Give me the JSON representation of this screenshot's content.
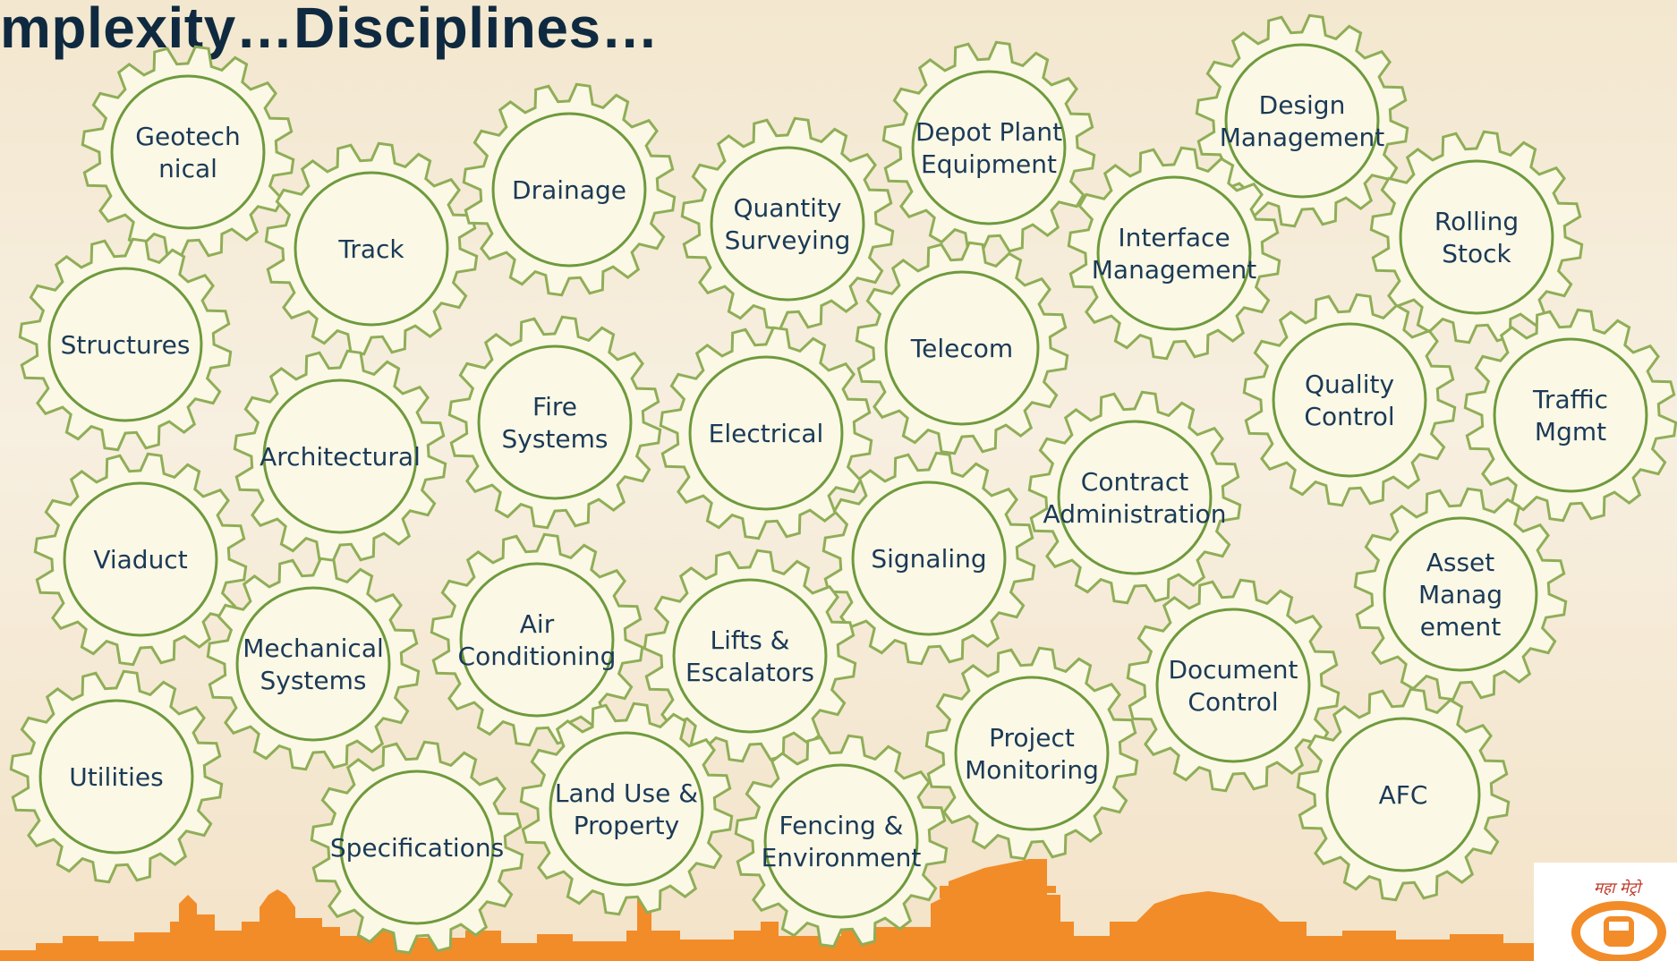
{
  "title": "mplexity…Disciplines…",
  "colors": {
    "gear_fill": "#fbf8e6",
    "gear_stroke": "#8fae57",
    "inner_stroke": "#6e9a3c",
    "text": "#1b3a57",
    "title": "#0f2a40",
    "skyline": "#f28c28"
  },
  "gears": [
    {
      "lines": [
        "Geotech",
        "nical"
      ]
    },
    {
      "lines": [
        "Track"
      ]
    },
    {
      "lines": [
        "Drainage"
      ]
    },
    {
      "lines": [
        "Quantity",
        "Surveying"
      ]
    },
    {
      "lines": [
        "Depot Plant",
        "Equipment"
      ]
    },
    {
      "lines": [
        "Design",
        "Management"
      ]
    },
    {
      "lines": [
        "Rolling",
        "Stock"
      ]
    },
    {
      "lines": [
        "Interface",
        "Management"
      ]
    },
    {
      "lines": [
        "Structures"
      ]
    },
    {
      "lines": [
        "Architectural"
      ]
    },
    {
      "lines": [
        "Fire",
        "Systems"
      ]
    },
    {
      "lines": [
        "Electrical"
      ]
    },
    {
      "lines": [
        "Telecom"
      ]
    },
    {
      "lines": [
        "Quality",
        "Control"
      ]
    },
    {
      "lines": [
        "Traffic",
        "Mgmt"
      ]
    },
    {
      "lines": [
        "Contract",
        "Administration"
      ]
    },
    {
      "lines": [
        "Viaduct"
      ]
    },
    {
      "lines": [
        "Signaling"
      ]
    },
    {
      "lines": [
        "Asset",
        "Manag",
        "ement"
      ]
    },
    {
      "lines": [
        "Mechanical",
        "Systems"
      ]
    },
    {
      "lines": [
        "Air",
        "Conditioning"
      ]
    },
    {
      "lines": [
        "Lifts &",
        "Escalators"
      ]
    },
    {
      "lines": [
        "Document",
        "Control"
      ]
    },
    {
      "lines": [
        "Project",
        "Monitoring"
      ]
    },
    {
      "lines": [
        "Utilities"
      ]
    },
    {
      "lines": [
        "Specifications"
      ]
    },
    {
      "lines": [
        "Land Use &",
        "Property"
      ]
    },
    {
      "lines": [
        "Fencing &",
        "Environment"
      ]
    },
    {
      "lines": [
        "AFC"
      ]
    }
  ],
  "logo": {
    "text": "महा मेट्रो",
    "icon": "metro-train-logo-icon"
  }
}
